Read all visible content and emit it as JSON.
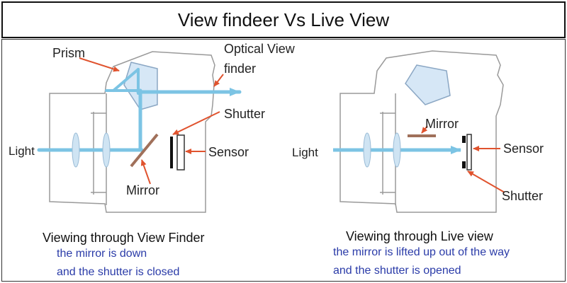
{
  "title": "View findeer Vs Live View",
  "left": {
    "labels": {
      "prism": "Prism",
      "optical_line1": "Optical View",
      "optical_line2": "finder",
      "shutter": "Shutter",
      "sensor": "Sensor",
      "light": "Light",
      "mirror": "Mirror"
    },
    "caption": "Viewing through View Finder",
    "notes": [
      "the mirror is down",
      "and the shutter is closed"
    ]
  },
  "right": {
    "labels": {
      "mirror": "Mirror",
      "sensor": "Sensor",
      "light": "Light",
      "shutter": "Shutter"
    },
    "caption": "Viewing through Live view",
    "notes": [
      "the mirror is lifted up out of the way",
      "and the shutter is opened"
    ]
  },
  "colors": {
    "light_beam": "#7cc4e4",
    "arrow": "#e0532e",
    "mirror": "#a0705a",
    "note_text": "#2a3ba8",
    "outline": "#9a9a9a"
  },
  "icons": [
    "camera-body-outline",
    "pentaprism-icon",
    "lens-element-icon"
  ]
}
